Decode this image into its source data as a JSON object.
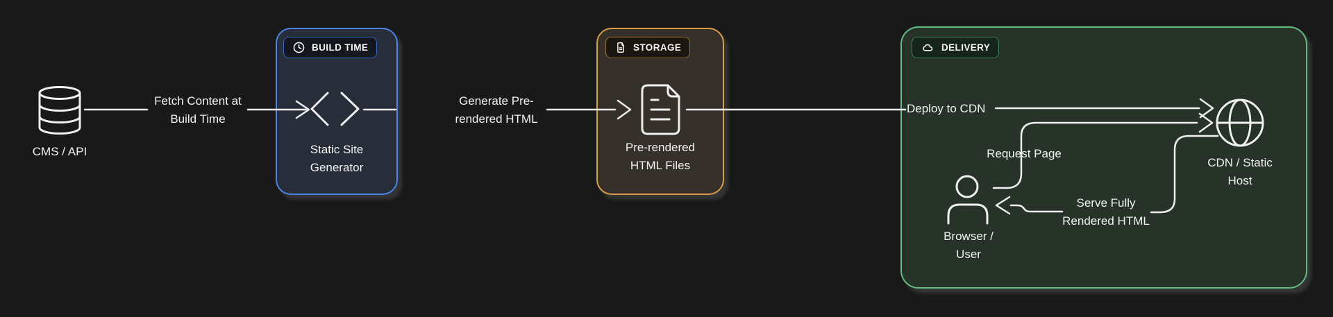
{
  "diagram": {
    "nodes": {
      "cms": {
        "label": "CMS / API",
        "icon": "database-icon"
      },
      "build": {
        "badge": "BUILD TIME",
        "badge_icon": "clock-icon",
        "label": "Static Site\nGenerator",
        "icon": "code-icon"
      },
      "storage": {
        "badge": "STORAGE",
        "badge_icon": "file-icon",
        "label": "Pre-rendered\nHTML Files",
        "icon": "file-text-icon"
      },
      "delivery": {
        "badge": "DELIVERY",
        "badge_icon": "cloud-icon"
      },
      "cdn": {
        "label": "CDN / Static\nHost",
        "icon": "globe-icon"
      },
      "browser": {
        "label": "Browser /\nUser",
        "icon": "user-icon"
      }
    },
    "edges": {
      "fetch": {
        "label": "Fetch Content at\nBuild Time",
        "from": "CMS / API",
        "to": "Static Site Generator"
      },
      "generate": {
        "label": "Generate Pre-\nrendered HTML",
        "from": "Static Site Generator",
        "to": "Pre-rendered HTML Files"
      },
      "deploy": {
        "label": "Deploy to CDN",
        "from": "Pre-rendered HTML Files",
        "to": "CDN / Static Host"
      },
      "request": {
        "label": "Request Page",
        "from": "Browser / User",
        "to": "CDN / Static Host"
      },
      "serve": {
        "label": "Serve Fully\nRendered HTML",
        "from": "CDN / Static Host",
        "to": "Browser / User"
      }
    },
    "colors": {
      "background": "#191919",
      "stroke": "#f0f0f0",
      "build_border": "#4a84e8",
      "build_fill": "#272e3a",
      "storage_border": "#d79d43",
      "storage_fill": "#35312a",
      "delivery_border": "#61bd84",
      "delivery_fill": "#273229"
    }
  }
}
